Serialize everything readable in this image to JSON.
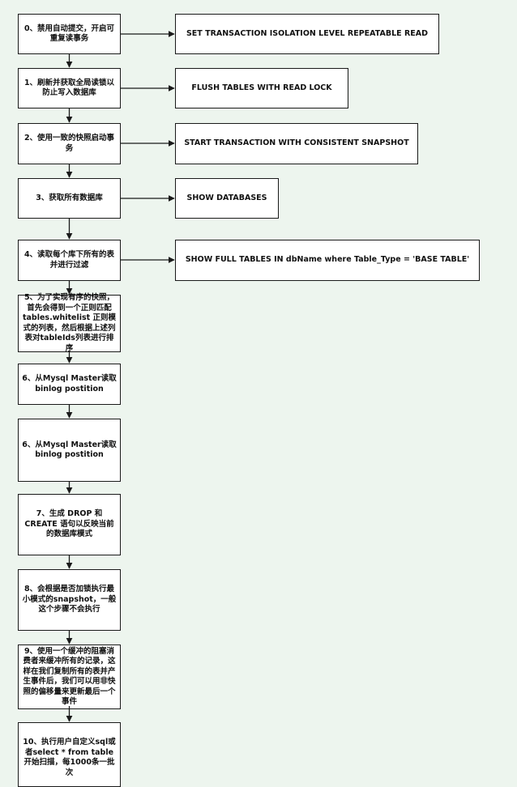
{
  "steps": [
    {
      "id": "s0",
      "text": "0、禁用自动提交，开启可重复读事务"
    },
    {
      "id": "s1",
      "text": "1、刷新并获取全局读锁以防止写入数据库"
    },
    {
      "id": "s2",
      "text": "2、使用一致的快照启动事务"
    },
    {
      "id": "s3",
      "text": "3、获取所有数据库"
    },
    {
      "id": "s4",
      "text": "4、读取每个库下所有的表并进行过滤"
    },
    {
      "id": "s5",
      "text": "5、为了实现有序的快照，首先会得到一个正则匹配tables.whitelist 正则模式的列表，然后根据上述列表对tableIds列表进行排序"
    },
    {
      "id": "s6a",
      "text": "6、从Mysql Master读取binlog postition"
    },
    {
      "id": "s6b",
      "text": "6、从Mysql Master读取binlog postition"
    },
    {
      "id": "s7",
      "text": "7、生成 DROP 和 CREATE 语句以反映当前的数据库模式"
    },
    {
      "id": "s8",
      "text": "8、会根据是否加锁执行最小模式的snapshot，一般这个步骤不会执行"
    },
    {
      "id": "s9",
      "text": "9、使用一个缓冲的阻塞消费者来缓冲所有的记录，这样在我们复制所有的表并产生事件后，我们可以用非快照的偏移量来更新最后一个事件"
    },
    {
      "id": "s10",
      "text": "10、执行用户自定义sql或者select * from table开始扫描，每1000条一批次"
    }
  ],
  "sql": [
    {
      "id": "q0",
      "text": "SET TRANSACTION ISOLATION LEVEL REPEATABLE READ"
    },
    {
      "id": "q1",
      "text": "FLUSH TABLES WITH READ LOCK"
    },
    {
      "id": "q2",
      "text": "START TRANSACTION WITH CONSISTENT SNAPSHOT"
    },
    {
      "id": "q3",
      "text": "SHOW DATABASES"
    },
    {
      "id": "q4",
      "text": "SHOW FULL TABLES IN dbName where Table_Type = 'BASE TABLE'"
    }
  ],
  "colors": {
    "background": "#edf5ee",
    "box_fill": "#ffffff",
    "stroke": "#1a1a1a"
  }
}
